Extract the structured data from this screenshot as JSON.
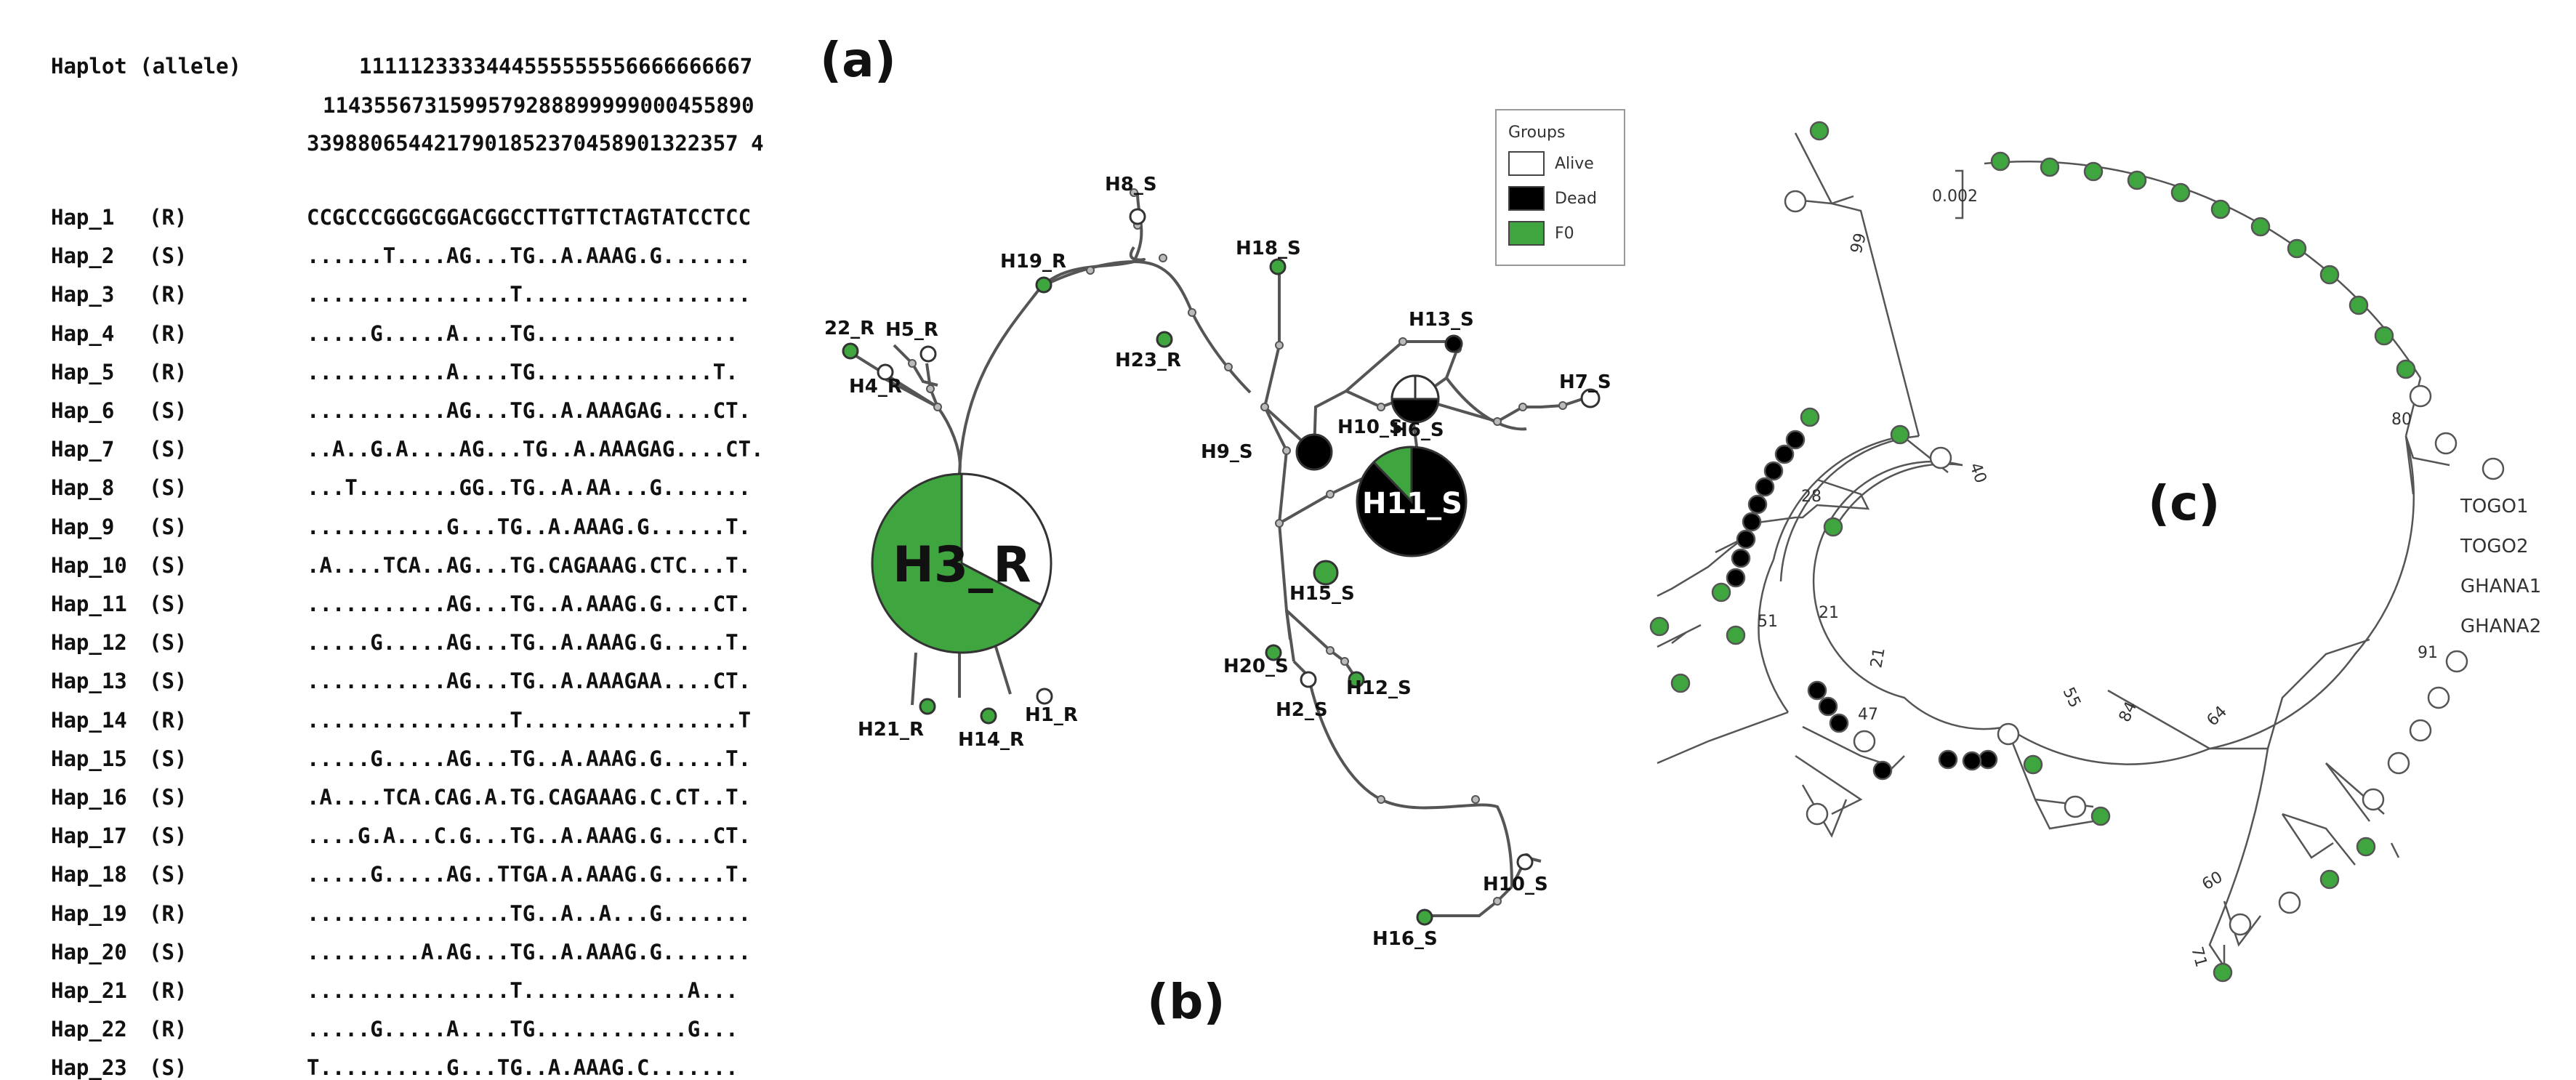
{
  "panel_a": {
    "label": "(a)",
    "header_left": "Haplot (allele)",
    "positions": [
      "1111123333444555555556666666667",
      "1143556731599579288899999000455890",
      "3398806544217901852370458901322357 4"
    ],
    "rows": [
      {
        "hap": "Hap_1",
        "type": "(R)",
        "seq": "CCGCCCGGGCGGACGGCCTTGTTCTAGTATCCTCC"
      },
      {
        "hap": "Hap_2",
        "type": "(S)",
        "seq": "......T....AG...TG..A.AAAG.G......."
      },
      {
        "hap": "Hap_3",
        "type": "(R)",
        "seq": "................T.................."
      },
      {
        "hap": "Hap_4",
        "type": "(R)",
        "seq": ".....G.....A....TG................"
      },
      {
        "hap": "Hap_5",
        "type": "(R)",
        "seq": "...........A....TG..............T."
      },
      {
        "hap": "Hap_6",
        "type": "(S)",
        "seq": "...........AG...TG..A.AAAGAG....CT."
      },
      {
        "hap": "Hap_7",
        "type": "(S)",
        "seq": "..A..G.A....AG...TG..A.AAAGAG....CT."
      },
      {
        "hap": "Hap_8",
        "type": "(S)",
        "seq": "...T........GG..TG..A.AA...G......."
      },
      {
        "hap": "Hap_9",
        "type": "(S)",
        "seq": "...........G...TG..A.AAAG.G......T."
      },
      {
        "hap": "Hap_10",
        "type": "(S)",
        "seq": ".A....TCA..AG...TG.CAGAAAG.CTC...T."
      },
      {
        "hap": "Hap_11",
        "type": "(S)",
        "seq": "...........AG...TG..A.AAAG.G....CT."
      },
      {
        "hap": "Hap_12",
        "type": "(S)",
        "seq": ".....G.....AG...TG..A.AAAG.G.....T."
      },
      {
        "hap": "Hap_13",
        "type": "(S)",
        "seq": "...........AG...TG..A.AAAGAA....CT."
      },
      {
        "hap": "Hap_14",
        "type": "(R)",
        "seq": "................T.................T"
      },
      {
        "hap": "Hap_15",
        "type": "(S)",
        "seq": ".....G.....AG...TG..A.AAAG.G.....T."
      },
      {
        "hap": "Hap_16",
        "type": "(S)",
        "seq": ".A....TCA.CAG.A.TG.CAGAAAG.C.CT..T."
      },
      {
        "hap": "Hap_17",
        "type": "(S)",
        "seq": "....G.A...C.G...TG..A.AAAG.G....CT."
      },
      {
        "hap": "Hap_18",
        "type": "(S)",
        "seq": ".....G.....AG..TTGA.A.AAAG.G.....T."
      },
      {
        "hap": "Hap_19",
        "type": "(R)",
        "seq": "................TG..A..A...G......."
      },
      {
        "hap": "Hap_20",
        "type": "(S)",
        "seq": ".........A.AG...TG..A.AAAG.G......."
      },
      {
        "hap": "Hap_21",
        "type": "(R)",
        "seq": "................T.............A..."
      },
      {
        "hap": "Hap_22",
        "type": "(R)",
        "seq": ".....G.....A....TG............G..."
      },
      {
        "hap": "Hap_23",
        "type": "(S)",
        "seq": "T..........G...TG..A.AAAG.C......."
      }
    ]
  },
  "panel_b": {
    "label": "(b)",
    "legend": {
      "title": "Groups",
      "items": [
        {
          "label": "Alive",
          "color": "#ffffff"
        },
        {
          "label": "Dead",
          "color": "#000000"
        },
        {
          "label": "F0",
          "color": "#3fa63f"
        }
      ]
    },
    "nodes": {
      "h3": "H3_R",
      "h11": "H11_S",
      "h6": "H6_S",
      "h8": "H8_S",
      "h19": "H19_R",
      "h18": "H18_S",
      "h13": "H13_S",
      "h7": "H7_S",
      "h22": "22_R",
      "h5": "H5_R",
      "h4": "H4_R",
      "h23": "H23_R",
      "h10": "H10_S",
      "h9": "H9_S",
      "h15": "H15_S",
      "h20": "H20_S",
      "h12": "H12_S",
      "h2": "H2_S",
      "h21": "H21_R",
      "h14": "H14_R",
      "h1": "H1_R",
      "h16": "H16_S",
      "h17": "H10_S"
    }
  },
  "panel_c": {
    "label": "(c)",
    "scale": "0.002",
    "bootstraps": [
      "99",
      "40",
      "28",
      "51",
      "21",
      "21",
      "47",
      "55",
      "84",
      "64",
      "80",
      "91",
      "60",
      "71"
    ],
    "leaf_labels": [
      "TOGO1",
      "TOGO2",
      "GHANA1",
      "GHANA2"
    ]
  }
}
